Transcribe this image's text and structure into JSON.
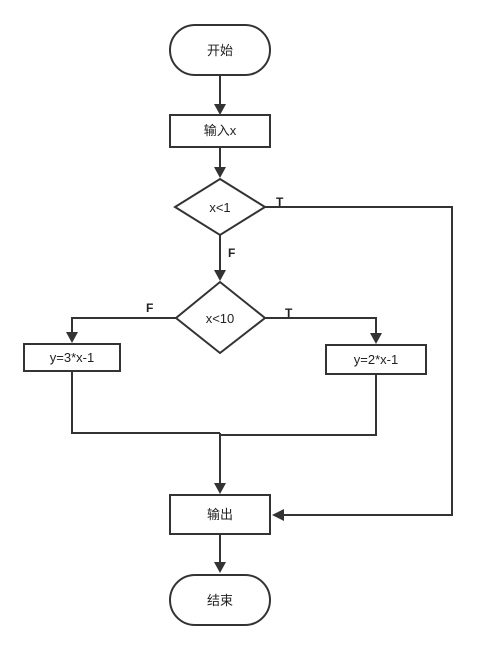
{
  "flowchart": {
    "nodes": {
      "start": "开始",
      "input": "输入x",
      "cond1": "x<1",
      "cond2": "x<10",
      "assign_false": "y=3*x-1",
      "assign_true": "y=2*x-1",
      "output": "输出",
      "end": "结束"
    },
    "edge_labels": {
      "cond1_true": "T",
      "cond1_false": "F",
      "cond2_false": "F",
      "cond2_true": "T"
    }
  },
  "colors": {
    "stroke": "#333333",
    "fill": "#ffffff",
    "text": "#222222"
  }
}
